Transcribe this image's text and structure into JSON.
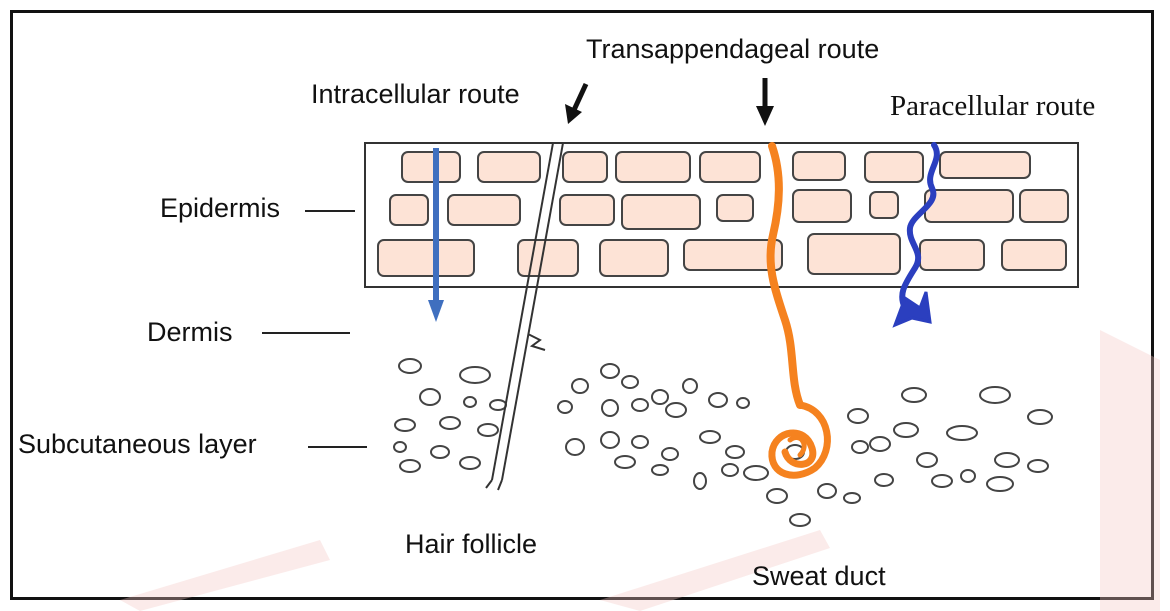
{
  "labels": {
    "transappendageal": "Transappendageal route",
    "intracellular": "Intracellular route",
    "paracellular": "Paracellular route",
    "epidermis": "Epidermis",
    "dermis": "Dermis",
    "subcutaneous": "Subcutaneous layer",
    "hair_follicle": "Hair follicle",
    "sweat_duct": "Sweat duct"
  },
  "colors": {
    "cell_fill": "#fde3d6",
    "outline": "#333333",
    "intracellular_route": "#3f6fbf",
    "paracellular_route": "#2b3fbf",
    "transappendageal_route": "#f5821f",
    "background_watermark": "#f4c7c4"
  }
}
